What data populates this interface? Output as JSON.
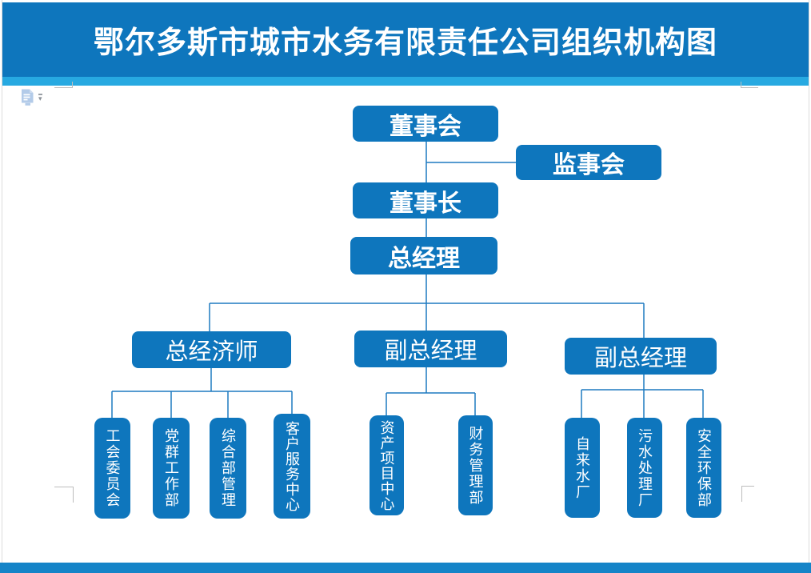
{
  "page": {
    "title": "鄂尔多斯市城市水务有限责任公司组织机构图"
  },
  "toolbar": {
    "paste_options_icon": "clipboard-paste-icon",
    "paste_options_dropdown": "▾"
  },
  "colors": {
    "banner_blue": "#0e76bd",
    "accent_cyan": "#27a9e1",
    "node_blue": "#0e76bd",
    "connector_blue": "#1e7ac0",
    "footer_blue": "#1584c8",
    "crop_mark_gray": "#bdbdbd"
  },
  "org": {
    "board": "董事会",
    "supervisory": "监事会",
    "chairman": "董事长",
    "general_manager": "总经理",
    "branches": [
      {
        "label": "总经济师",
        "children": [
          "工会委员会",
          "党群工作部",
          "综合部管理",
          "客户服务中心"
        ]
      },
      {
        "label": "副总经理",
        "children": [
          "资产项目中心",
          "财务管理部"
        ]
      },
      {
        "label": "副总经理",
        "children": [
          "自来水厂",
          "污水处理厂",
          "安全环保部"
        ]
      }
    ]
  }
}
